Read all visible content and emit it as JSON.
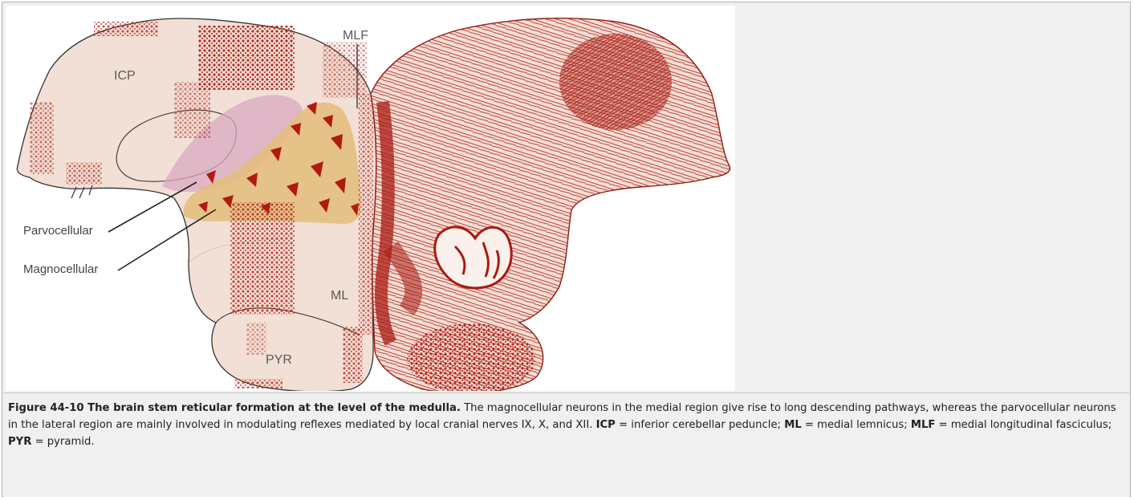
{
  "figure": {
    "labels": {
      "icp": "ICP",
      "mlf": "MLF",
      "ml": "ML",
      "pyr": "PYR",
      "parvocellular": "Parvocellular",
      "magnocellular": "Magnocellular"
    },
    "colors": {
      "tissue": "#f2dfd5",
      "outline": "#333333",
      "neurons": "#b01a10",
      "fibers": "#b5221a",
      "parvocellular_region": "#d9a9c0",
      "magnocellular_region": "#e3bd7a",
      "caption_bg": "#f0f0f0"
    }
  },
  "caption": {
    "title": "Figure 44-10 The brain stem reticular formation at the level of the medulla.",
    "body": " The magnocellular neurons in the medial region give rise to long descending pathways, whereas the parvocellular neurons in the lateral region are mainly involved in modulating reflexes mediated by local cranial nerves IX, X, and XII. ",
    "abbreviations": [
      {
        "abbr": "ICP",
        "text": " = inferior cerebellar peduncle; "
      },
      {
        "abbr": "ML",
        "text": " = medial lemnicus; "
      },
      {
        "abbr": "MLF",
        "text": " = medial longitudinal fasciculus; "
      },
      {
        "abbr": "PYR",
        "text": " = pyramid."
      }
    ]
  }
}
